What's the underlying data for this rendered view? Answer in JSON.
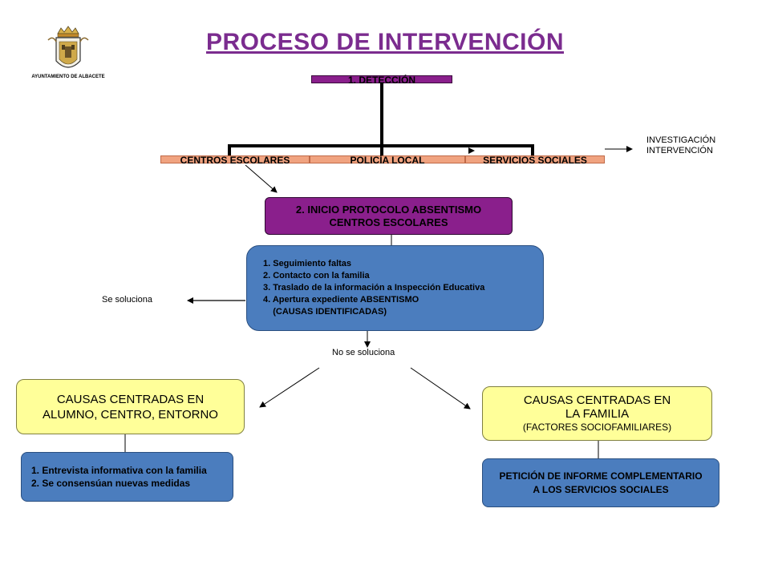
{
  "header": {
    "title": "PROCESO DE INTERVENCIÓN",
    "logo_text": "AYUNTAMIENTO DE ALBACETE"
  },
  "detection": {
    "label": "1. DETECCIÓN",
    "entities": [
      "CENTROS ESCOLARES",
      "POLICÍA LOCAL",
      "SERVICIOS SOCIALES"
    ],
    "side_note": [
      "INVESTIGACIÓN",
      "INTERVENCIÓN"
    ]
  },
  "protocol": {
    "lines": [
      "2. INICIO PROTOCOLO ABSENTISMO",
      "CENTROS ESCOLARES"
    ]
  },
  "steps": {
    "items": [
      "1.  Seguimiento faltas",
      "2. Contacto  con la familia",
      "3. Traslado de la información a Inspección Educativa",
      "4. Apertura  expediente  ABSENTISMO",
      "    (CAUSAS IDENTIFICADAS)"
    ]
  },
  "outcomes": {
    "solved": "Se soluciona",
    "not_solved": "No se soluciona"
  },
  "causes_left": {
    "lines": [
      "CAUSAS CENTRADAS EN",
      "ALUMNO, CENTRO, ENTORNO"
    ],
    "actions": [
      "1. Entrevista informativa  con la familia",
      "2. Se consensúan  nuevas medidas"
    ]
  },
  "causes_right": {
    "lines": [
      "CAUSAS CENTRADAS EN",
      "LA FAMILIA",
      "(FACTORES  SOCIOFAMILIARES)"
    ],
    "actions": [
      "PETICIÓN DE INFORME COMPLEMENTARIO",
      "A LOS SERVICIOS SOCIALES"
    ]
  },
  "colors": {
    "title": "#7b2c8f",
    "purple_box": "#8a1f8c",
    "orange_box": "#f0a380",
    "blue_box": "#4b7dbe",
    "yellow_box": "#ffff99"
  }
}
